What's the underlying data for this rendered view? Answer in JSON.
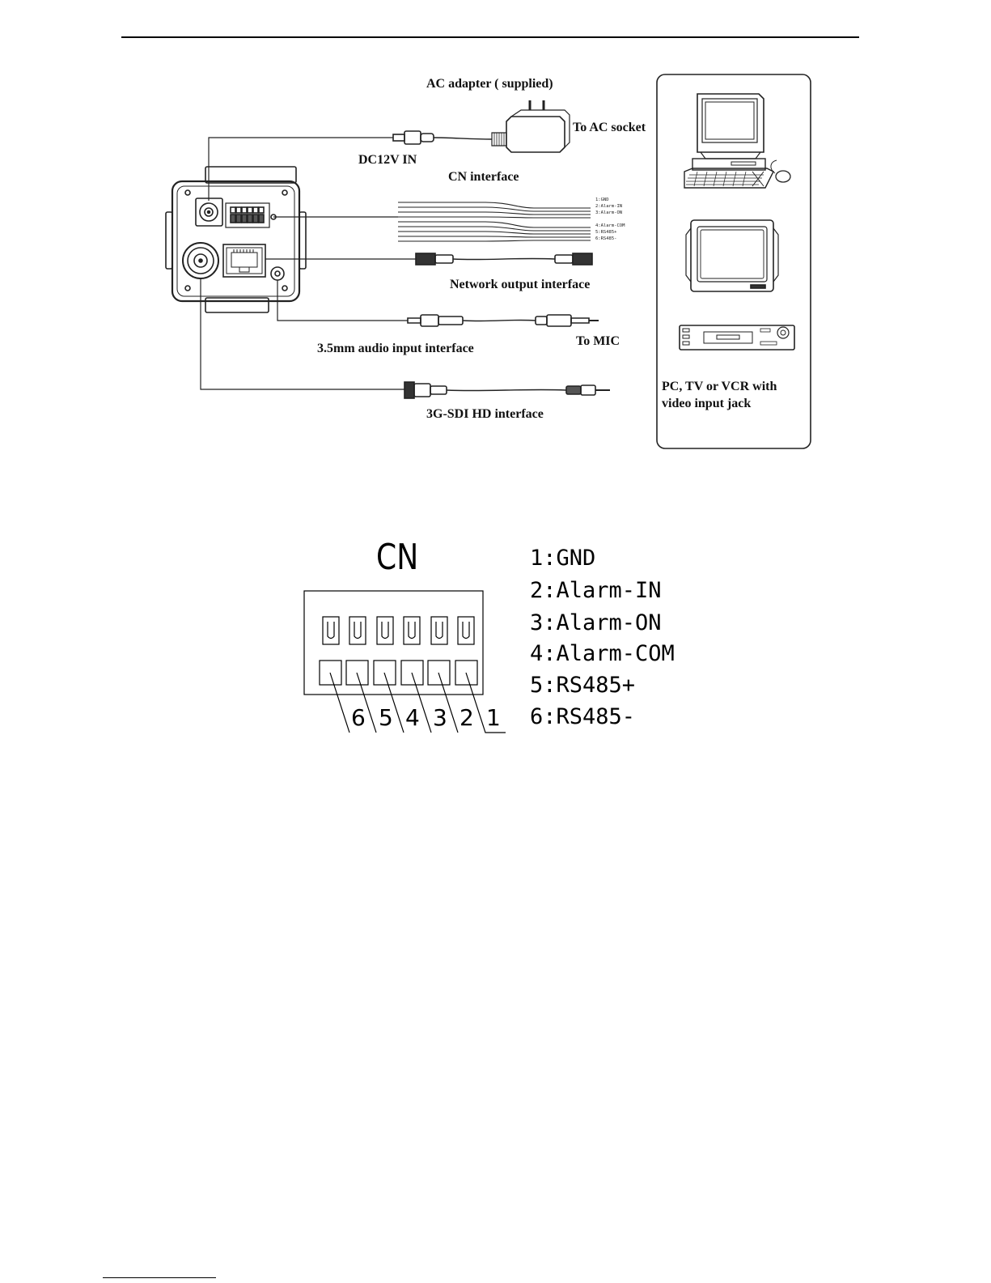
{
  "diagram": {
    "labels": {
      "ac_adapter": "AC adapter ( supplied)",
      "to_ac_socket": "To AC socket",
      "dc12v_in": "DC12V IN",
      "cn_interface": "CN interface",
      "network_output": "Network output interface",
      "audio_input": "3.5mm audio input interface",
      "to_mic": "To MIC",
      "sdi_interface": "3G-SDI HD interface",
      "pc_tv_vcr_line1": "PC, TV or VCR with",
      "pc_tv_vcr_line2": "video input jack"
    },
    "cable_wires": [
      "1:GND",
      "2:Alarm-IN",
      "3:Alarm-ON",
      "4:Alarm-COM",
      "5:RS485+",
      "6:RS485-"
    ]
  },
  "cn": {
    "title": "CN",
    "pin_numbers": [
      "6",
      "5",
      "4",
      "3",
      "2",
      "1"
    ],
    "pins": [
      "1:GND",
      "2:Alarm-IN",
      "3:Alarm-ON",
      "4:Alarm-COM",
      "5:RS485+",
      "6:RS485-"
    ]
  }
}
